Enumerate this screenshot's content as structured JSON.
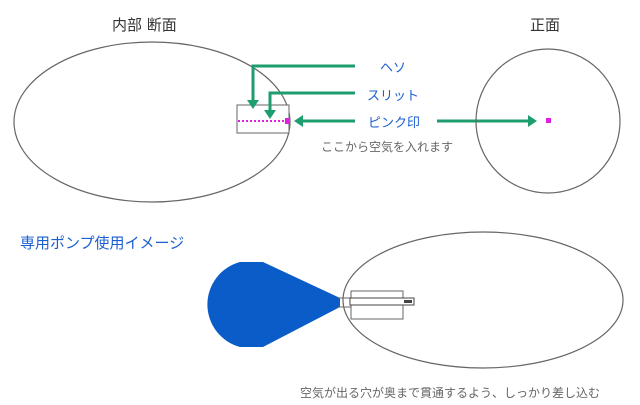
{
  "labels": {
    "section_internal": "内部 断面",
    "section_front": "正面",
    "heso": "ヘソ",
    "slit": "スリット",
    "pink_mark": "ピンク印",
    "air_inlet_note": "ここから空気を入れます",
    "pump_title": "専用ポンプ使用イメージ",
    "insert_note": "空気が出る穴が奥まで貫通するよう、しっかり差し込む"
  },
  "colors": {
    "outline": "#666666",
    "callout": "#1e9e6e",
    "pink": "#e020e0",
    "pump": "#0a5cc8",
    "label_blue": "#1a5fd0"
  }
}
